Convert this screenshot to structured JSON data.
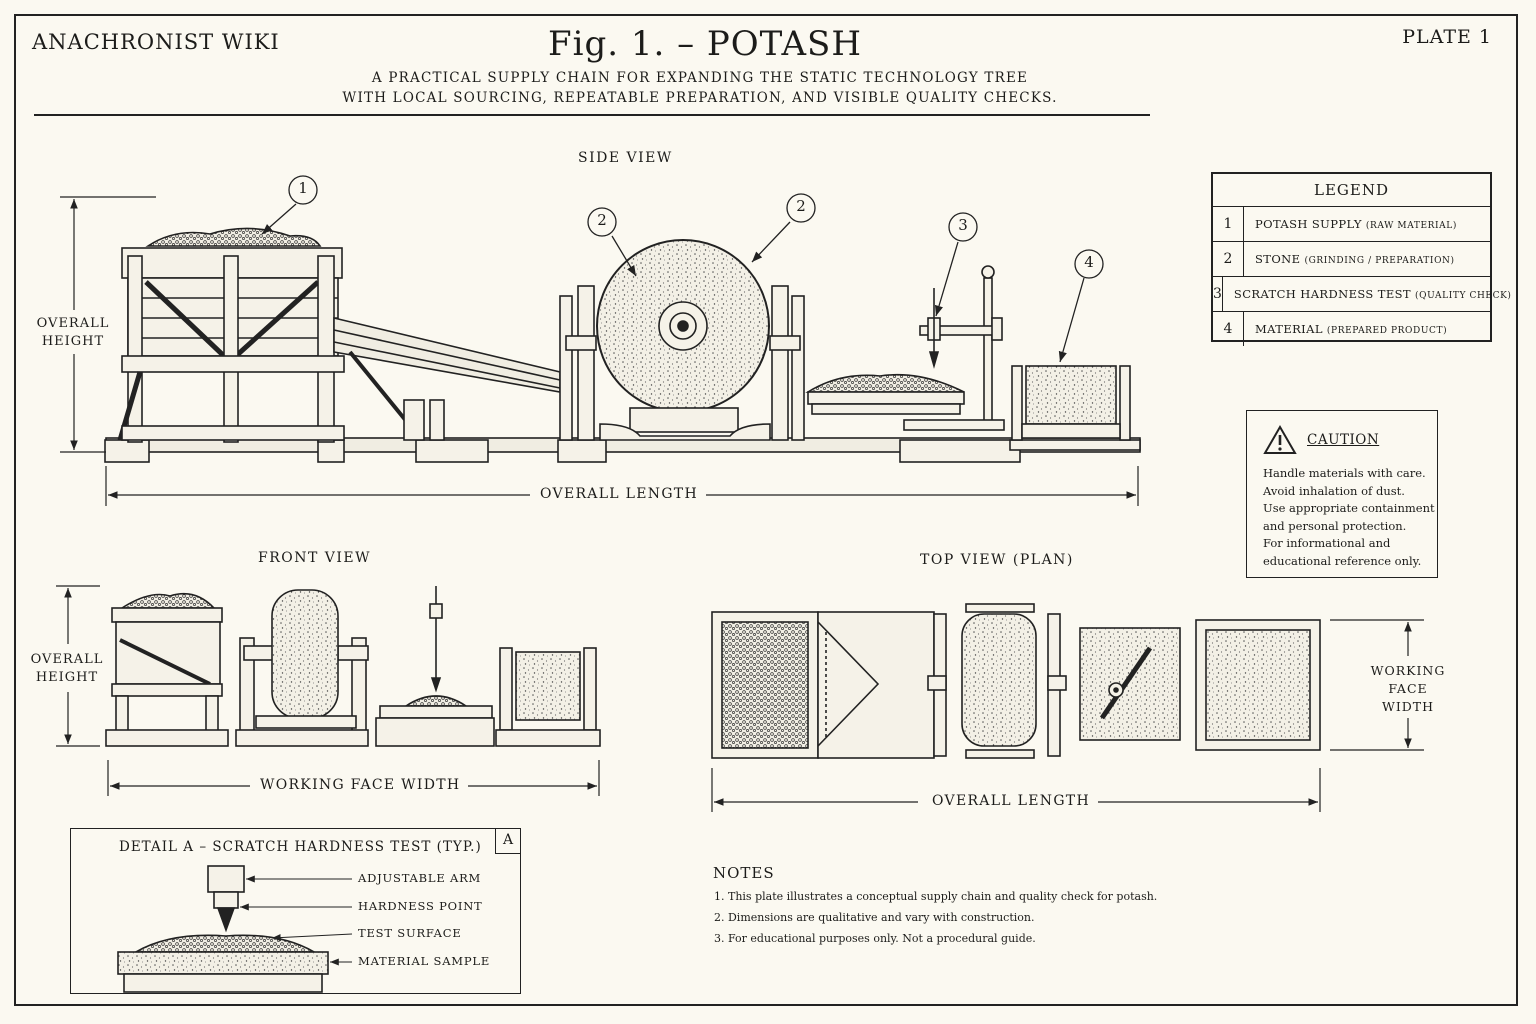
{
  "header": {
    "wiki_name": "ANACHRONIST WIKI",
    "title": "Fig. 1. – POTASH",
    "subtitle_line1": "A PRACTICAL SUPPLY CHAIN FOR EXPANDING THE STATIC TECHNOLOGY TREE",
    "subtitle_line2": "WITH LOCAL SOURCING, REPEATABLE PREPARATION, AND VISIBLE QUALITY CHECKS.",
    "plate": "PLATE 1"
  },
  "side_view": {
    "label": "SIDE VIEW",
    "height_label_1": "OVERALL",
    "height_label_2": "HEIGHT",
    "length_label": "OVERALL LENGTH",
    "balloons": [
      "1",
      "2",
      "2",
      "3",
      "4"
    ]
  },
  "front_view": {
    "label": "FRONT VIEW",
    "height_label_1": "OVERALL",
    "height_label_2": "HEIGHT",
    "width_label": "WORKING FACE WIDTH"
  },
  "top_view": {
    "label": "TOP VIEW (PLAN)",
    "length_label": "OVERALL LENGTH",
    "width_label_1": "WORKING",
    "width_label_2": "FACE",
    "width_label_3": "WIDTH"
  },
  "legend": {
    "title": "LEGEND",
    "items": [
      {
        "num": "1",
        "name": "POTASH SUPPLY",
        "note": "(RAW MATERIAL)"
      },
      {
        "num": "2",
        "name": "STONE",
        "note": "(GRINDING / PREPARATION)"
      },
      {
        "num": "3",
        "name": "SCRATCH HARDNESS TEST",
        "note": "(QUALITY CHECK)"
      },
      {
        "num": "4",
        "name": "MATERIAL",
        "note": "(PREPARED PRODUCT)"
      }
    ]
  },
  "caution": {
    "title": "CAUTION",
    "lines": [
      "Handle materials with care.",
      "Avoid inhalation of dust.",
      "Use appropriate containment",
      "and personal protection.",
      "For informational and",
      "educational reference only."
    ]
  },
  "detail": {
    "title": "DETAIL A – SCRATCH HARDNESS TEST (TYP.)",
    "tag": "A",
    "callouts": [
      "ADJUSTABLE ARM",
      "HARDNESS POINT",
      "TEST SURFACE",
      "MATERIAL SAMPLE"
    ]
  },
  "notes": {
    "title": "NOTES",
    "items": [
      "1.   This plate illustrates a conceptual supply chain and quality check for potash.",
      "2.   Dimensions are qualitative and vary with construction.",
      "3.   For educational purposes only.  Not a procedural guide."
    ]
  }
}
